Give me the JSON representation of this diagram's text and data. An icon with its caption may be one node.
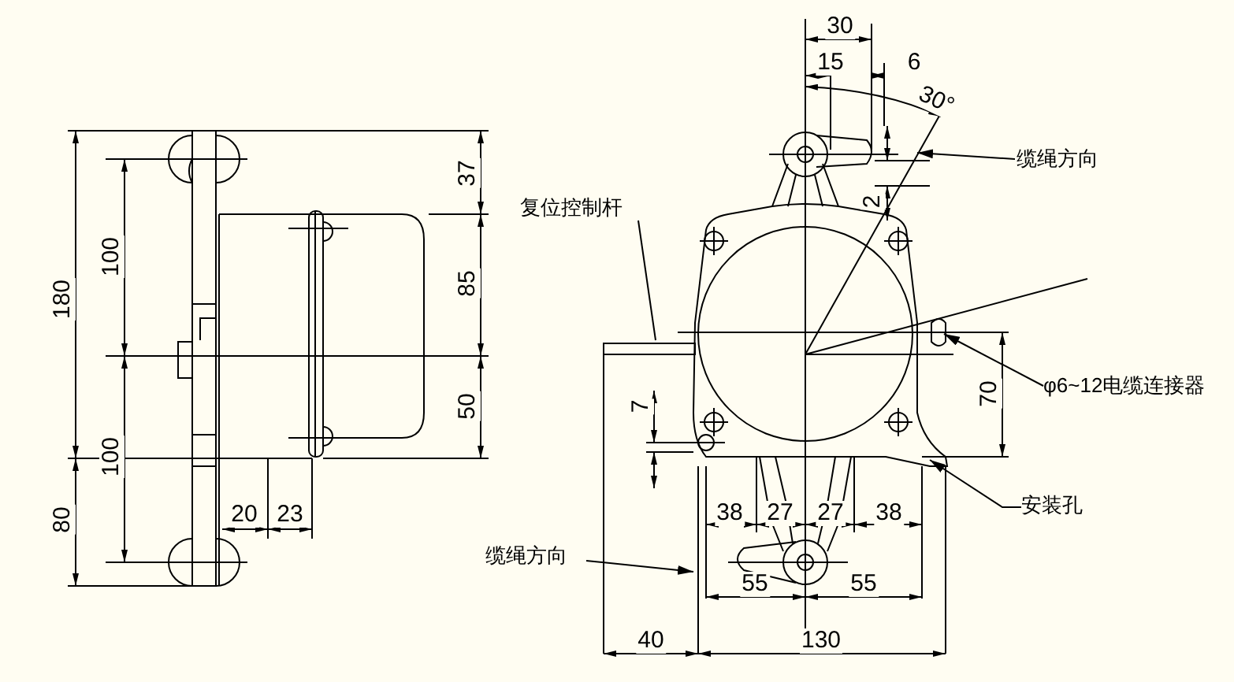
{
  "diagram": {
    "nodes": [
      {
        "text": [
          "缆绳方向"
        ]
      },
      {
        "text": [
          "复位控制杆"
        ]
      },
      {
        "text": [
          "φ6~12电缆连接器"
        ]
      },
      {
        "text": [
          "安装孔"
        ]
      },
      {
        "text": [
          "缆绳方向"
        ]
      }
    ],
    "edges": [
      {
        "from": 0,
        "to": null,
        "arrow": "to"
      },
      {
        "from": 1,
        "to": null,
        "arrow": "none"
      },
      {
        "from": 2,
        "to": null,
        "arrow": "to"
      },
      {
        "from": 3,
        "to": null,
        "arrow": "to"
      },
      {
        "from": 4,
        "to": null,
        "arrow": "to"
      }
    ],
    "labels": [
      "30",
      "15",
      "6",
      "30°",
      "37",
      "180",
      "100",
      "85",
      "2",
      "70",
      "7",
      "50",
      "100",
      "80",
      "20",
      "23",
      "38",
      "27",
      "27",
      "38",
      "55",
      "55",
      "40",
      "130"
    ]
  }
}
